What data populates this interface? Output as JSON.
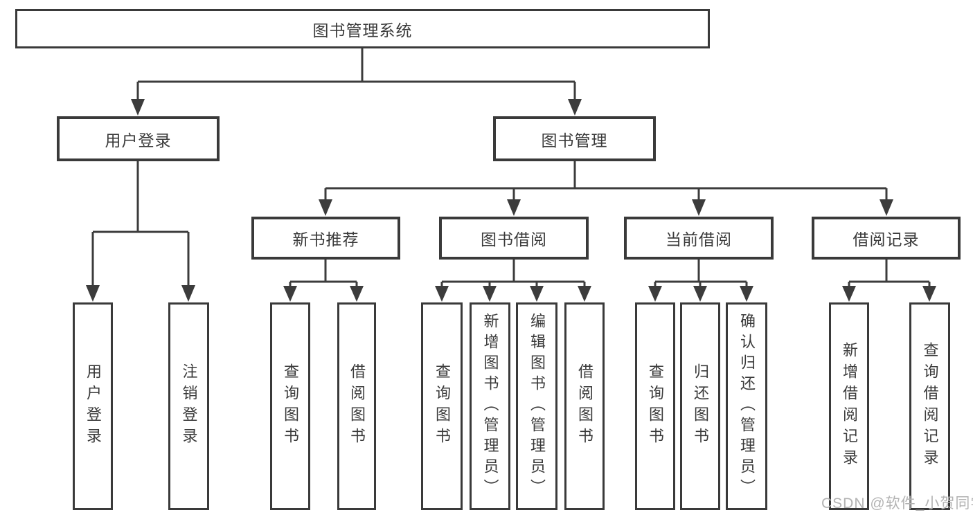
{
  "diagram": {
    "title": "图书管理系统",
    "nodes": {
      "root": "图书管理系统",
      "user_login": "用户登录",
      "book_management": "图书管理",
      "new_book_recommend": "新书推荐",
      "book_borrowing": "图书借阅",
      "current_borrowing": "当前借阅",
      "borrowing_records": "借阅记录",
      "leaf_user_login": "用户登录",
      "leaf_logout_login": "注销登录",
      "leaf_query_books_rec": "查询图书",
      "leaf_borrow_books_rec": "借阅图书",
      "leaf_query_books_borrow": "查询图书",
      "leaf_add_books_admin": "新增图书（管理员）",
      "leaf_edit_books_admin": "编辑图书（管理员）",
      "leaf_borrow_books_borrow": "借阅图书",
      "leaf_query_books_current": "查询图书",
      "leaf_return_books": "归还图书",
      "leaf_confirm_return_admin": "确认归还（管理员）",
      "leaf_add_borrow_record": "新增借阅记录",
      "leaf_query_borrow_record": "查询借阅记录"
    },
    "colors": {
      "line": "#3c3c3c",
      "text": "#3a3a3a",
      "background": "#ffffff",
      "watermark": "#b3b3b3"
    }
  },
  "watermark": "CSDN @软件_小贺同学"
}
